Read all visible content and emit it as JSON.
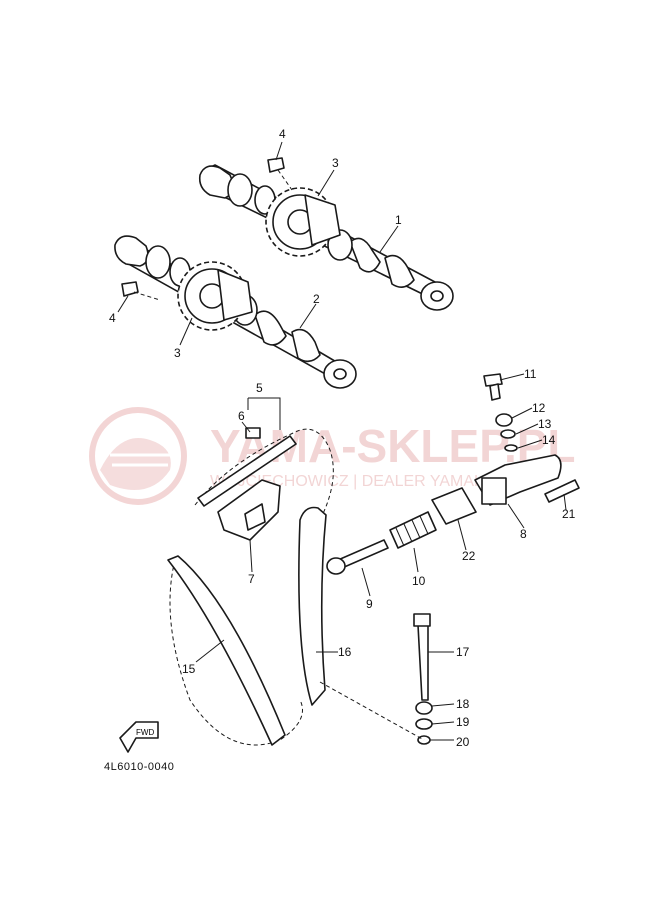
{
  "diagram_code": "4L6010-0040",
  "watermark": {
    "title": "YAMA-SKLEP.PL",
    "subtitle": "WOJCIECHOWICZ | DEALER YAMAHA",
    "color": "#e9b3b3"
  },
  "fwd_label": "FWD",
  "parts": [
    {
      "no": "1"
    },
    {
      "no": "2"
    },
    {
      "no": "3"
    },
    {
      "no": "3"
    },
    {
      "no": "4"
    },
    {
      "no": "4"
    },
    {
      "no": "5"
    },
    {
      "no": "6"
    },
    {
      "no": "7"
    },
    {
      "no": "8"
    },
    {
      "no": "9"
    },
    {
      "no": "10"
    },
    {
      "no": "11"
    },
    {
      "no": "12"
    },
    {
      "no": "13"
    },
    {
      "no": "14"
    },
    {
      "no": "15"
    },
    {
      "no": "16"
    },
    {
      "no": "17"
    },
    {
      "no": "18"
    },
    {
      "no": "19"
    },
    {
      "no": "20"
    },
    {
      "no": "21"
    },
    {
      "no": "22"
    }
  ]
}
